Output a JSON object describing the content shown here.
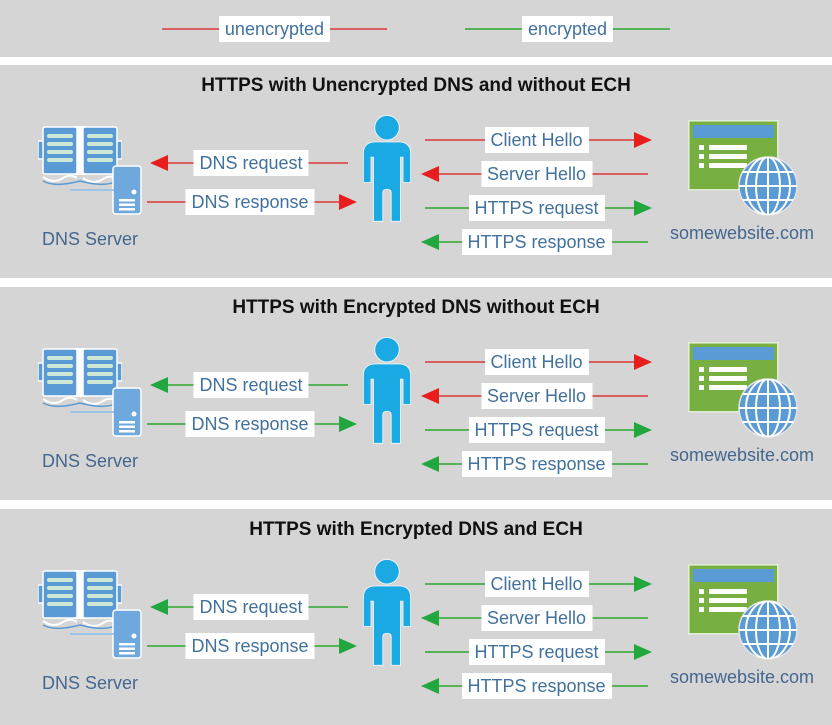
{
  "colors": {
    "band_bg": "#d5d5d5",
    "unencrypted_line": "#d95f5f",
    "unencrypted_head": "#e81e1e",
    "encrypted_line": "#55b257",
    "encrypted_head": "#21a73d",
    "label_text": "#41719c",
    "label_bg": "#ffffff",
    "caption_text": "#44678f",
    "title_text": "#111111",
    "person_fill": "#1ba9e4",
    "doc_blue": "#5b9bd5",
    "server_blue": "#6fa8dc",
    "site_green": "#77b041",
    "book_line": "#cfe8d6",
    "connector": "#9dc3e6"
  },
  "legend": {
    "unencrypted_label": "unencrypted",
    "encrypted_label": "encrypted"
  },
  "panels": [
    {
      "title": "HTTPS with Unencrypted DNS and without ECH",
      "dns_server_label": "DNS Server",
      "website_label": "somewebsite.com",
      "arrows": {
        "dns_request": {
          "label": "DNS request",
          "type": "unencrypted"
        },
        "dns_response": {
          "label": "DNS response",
          "type": "unencrypted"
        },
        "client_hello": {
          "label": "Client Hello",
          "type": "unencrypted"
        },
        "server_hello": {
          "label": "Server Hello",
          "type": "unencrypted"
        },
        "https_request": {
          "label": "HTTPS request",
          "type": "encrypted"
        },
        "https_response": {
          "label": "HTTPS response",
          "type": "encrypted"
        }
      }
    },
    {
      "title": "HTTPS with Encrypted DNS without ECH",
      "dns_server_label": "DNS Server",
      "website_label": "somewebsite.com",
      "arrows": {
        "dns_request": {
          "label": "DNS request",
          "type": "encrypted"
        },
        "dns_response": {
          "label": "DNS response",
          "type": "encrypted"
        },
        "client_hello": {
          "label": "Client Hello",
          "type": "unencrypted"
        },
        "server_hello": {
          "label": "Server Hello",
          "type": "unencrypted"
        },
        "https_request": {
          "label": "HTTPS request",
          "type": "encrypted"
        },
        "https_response": {
          "label": "HTTPS response",
          "type": "encrypted"
        }
      }
    },
    {
      "title": "HTTPS with Encrypted DNS and ECH",
      "dns_server_label": "DNS Server",
      "website_label": "somewebsite.com",
      "arrows": {
        "dns_request": {
          "label": "DNS request",
          "type": "encrypted"
        },
        "dns_response": {
          "label": "DNS response",
          "type": "encrypted"
        },
        "client_hello": {
          "label": "Client Hello",
          "type": "encrypted"
        },
        "server_hello": {
          "label": "Server Hello",
          "type": "encrypted"
        },
        "https_request": {
          "label": "HTTPS request",
          "type": "encrypted"
        },
        "https_response": {
          "label": "HTTPS response",
          "type": "encrypted"
        }
      }
    }
  ]
}
